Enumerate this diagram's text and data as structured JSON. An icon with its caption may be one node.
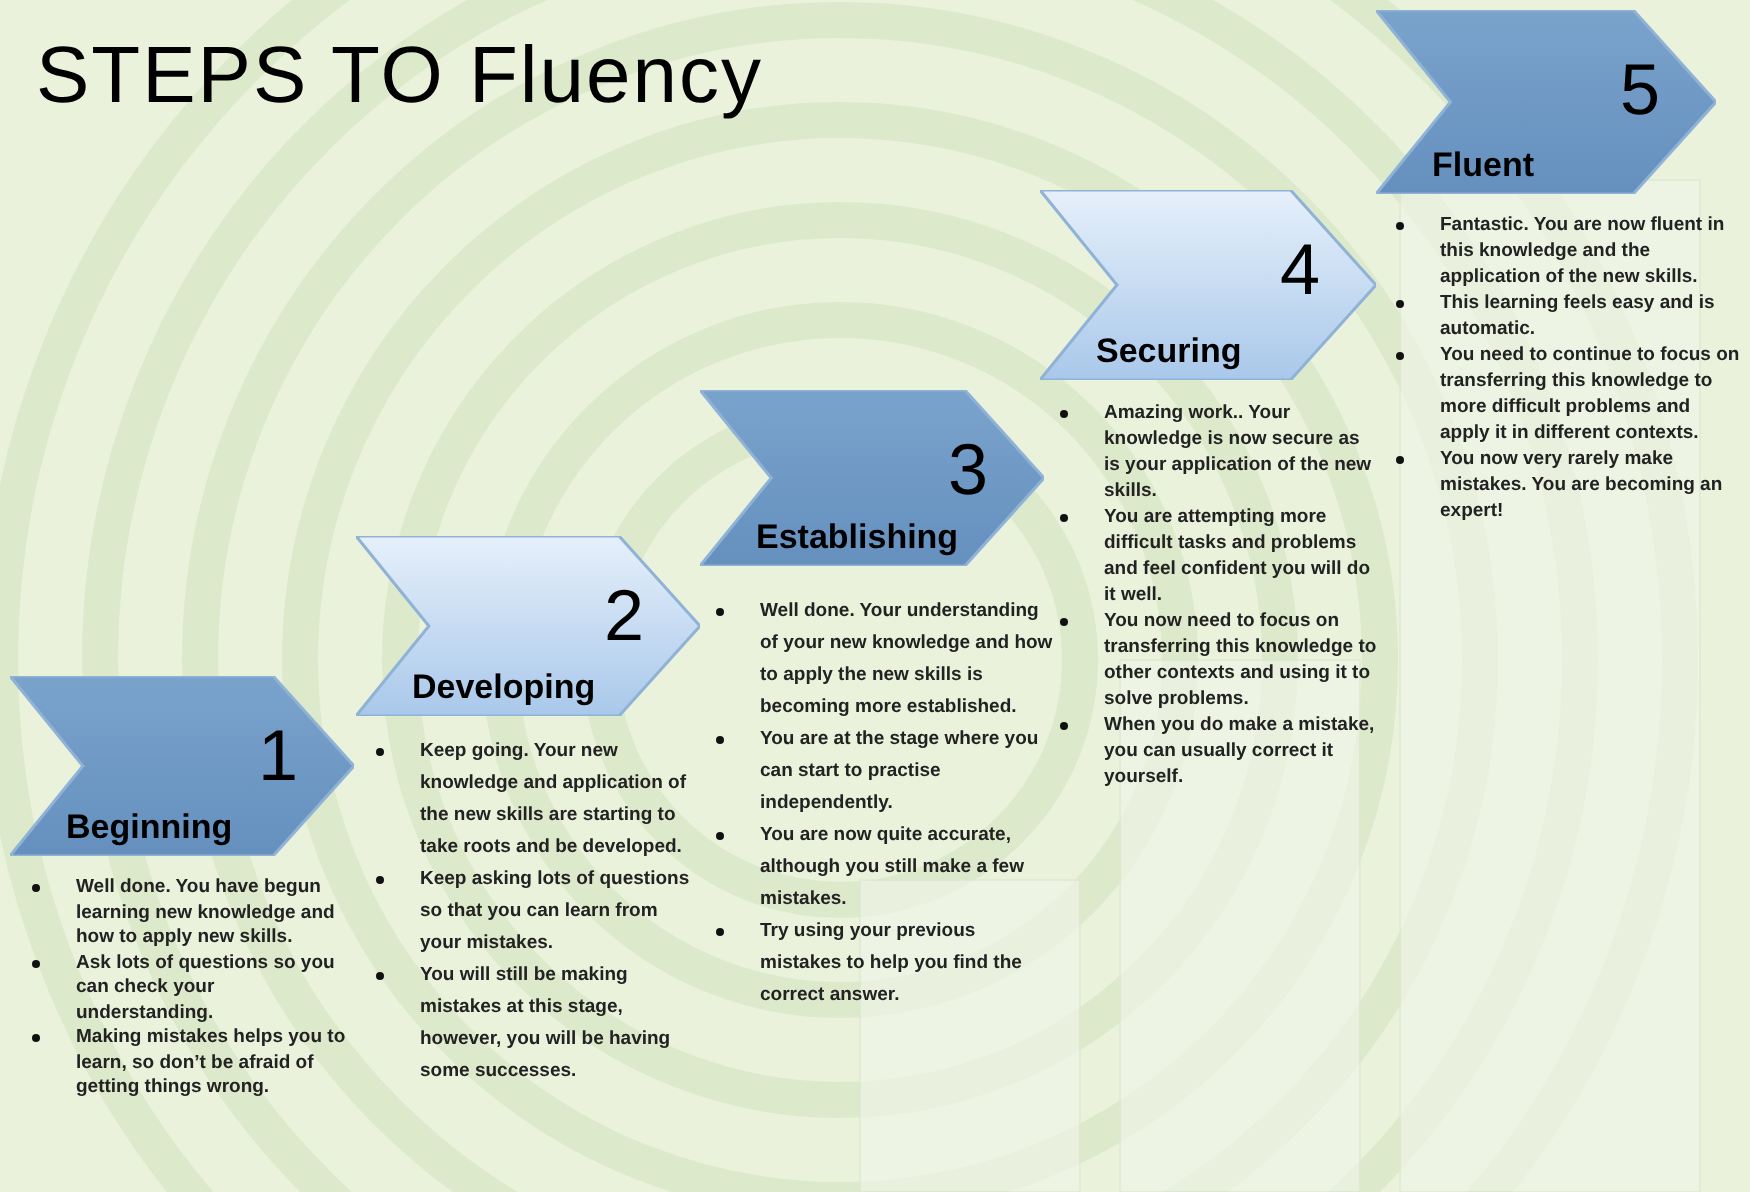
{
  "diagram": {
    "title": "STEPS TO Fluency",
    "nodes": [
      {
        "text": [
          "1",
          "Beginning"
        ],
        "beside": [
          "Well done. You have begun learning new knowledge and how to apply new skills.",
          "Ask lots of questions so you can check your understanding.",
          "Making mistakes helps you to learn, so don’t be afraid of getting things wrong."
        ]
      },
      {
        "text": [
          "2",
          "Developing"
        ],
        "beside": [
          "Keep going.  Your new knowledge and application of the new skills are starting to take roots and be developed.",
          "Keep asking lots of questions so that you can learn from your mistakes.",
          "You will still be making mistakes at this stage, however, you will be having some successes."
        ]
      },
      {
        "text": [
          "3",
          "Establishing"
        ],
        "beside": [
          "Well done. Your understanding of your new knowledge and how to apply the new skills is becoming more established.",
          "You are at the stage where you can start to practise independently.",
          "You are now quite accurate, although you still make a few mistakes.",
          "Try using your previous mistakes to help you find the correct answer."
        ]
      },
      {
        "text": [
          "4",
          "Securing"
        ],
        "beside": [
          "Amazing work.. Your knowledge is now secure as is your application of the new skills.",
          "You are attempting more difficult tasks and problems and feel confident you will do it well.",
          "You now need to focus on transferring this knowledge to other contexts and using it to solve problems.",
          "When you do make a mistake, you can usually correct it yourself."
        ]
      },
      {
        "text": [
          "5",
          "Fluent"
        ],
        "beside": [
          "Fantastic. You are now fluent in this knowledge and the application of the new skills.",
          "This learning feels easy and is automatic.",
          "You need to continue to focus on transferring this knowledge to more difficult problems and apply it in different contexts.",
          "You now very rarely make mistakes. You are becoming an expert!"
        ]
      }
    ]
  }
}
